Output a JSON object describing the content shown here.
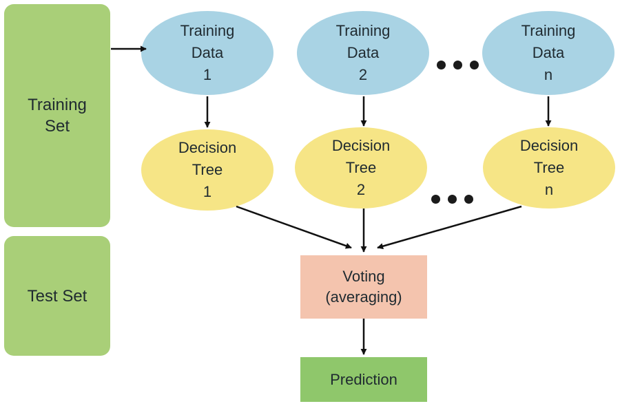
{
  "panels": {
    "training_set": [
      "Training",
      "Set"
    ],
    "test_set": "Test Set"
  },
  "training_data": [
    {
      "line1": "Training",
      "line2": "Data",
      "index": "1"
    },
    {
      "line1": "Training",
      "line2": "Data",
      "index": "2"
    },
    {
      "line1": "Training",
      "line2": "Data",
      "index": "n"
    }
  ],
  "decision_trees": [
    {
      "line1": "Decision",
      "line2": "Tree",
      "index": "1"
    },
    {
      "line1": "Decision",
      "line2": "Tree",
      "index": "2"
    },
    {
      "line1": "Decision",
      "line2": "Tree",
      "index": "n"
    }
  ],
  "voting": {
    "line1": "Voting",
    "line2": "(averaging)"
  },
  "prediction": "Prediction",
  "colors": {
    "panel_green": "#a9cf78",
    "data_blue": "#a9d3e4",
    "tree_yellow": "#f6e586",
    "voting_peach": "#f4c4ae",
    "prediction_green": "#8fc76b"
  }
}
